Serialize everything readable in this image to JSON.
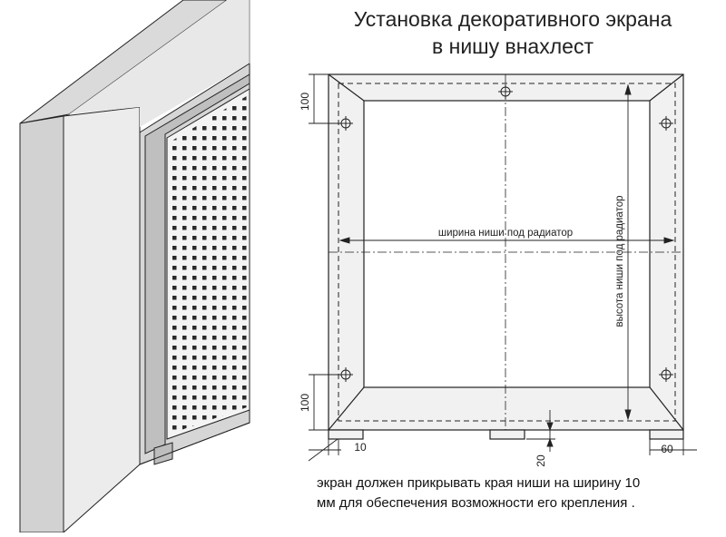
{
  "title": {
    "line1": "Установка декоративного экрана",
    "line2": "в нишу внахлест"
  },
  "dimensions": {
    "top_offset": "100",
    "bottom_offset": "100",
    "left_overlap": "10",
    "right_overlap": "60",
    "foot_height": "20",
    "width_label": "ширина ниши под радиатор",
    "height_label": "высота ниши под радиатор"
  },
  "note": {
    "line1": "экран должен прикрывать края ниши на ширину  10",
    "line2": "мм для обеспечения возможности его крепления ."
  },
  "colors": {
    "line": "#222222",
    "panel": "#eeeeee",
    "frame": "#c8c8c8"
  }
}
